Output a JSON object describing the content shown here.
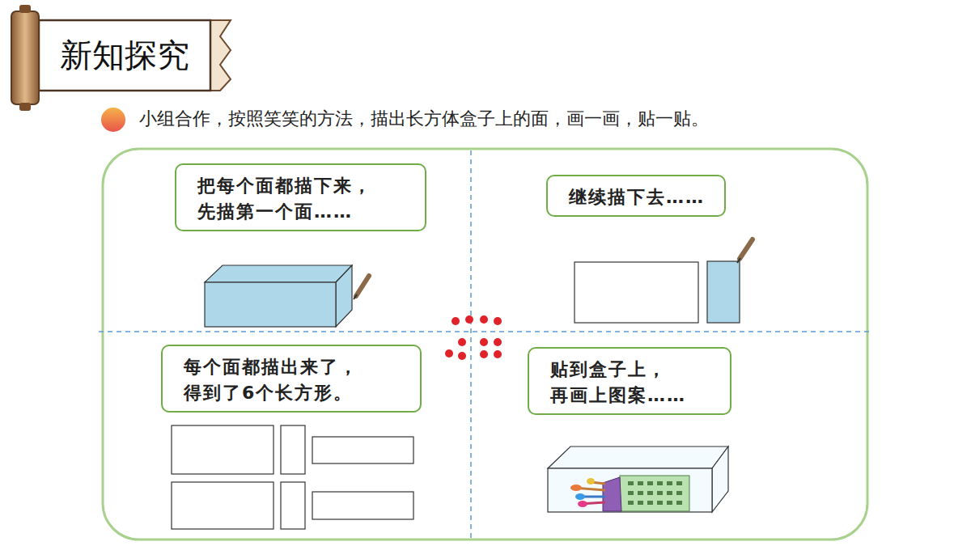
{
  "diagram": {
    "title": "新知探究",
    "nodes": [
      {
        "text": [
          "把每个面都描下来， 先描第一个面……"
        ]
      },
      {
        "text": [
          "继续描下去……"
        ]
      },
      {
        "text": [
          "每个面都描出来了， 得到了6个长方形。"
        ]
      },
      {
        "text": [
          "贴到盒子上， 再画上图案……"
        ]
      }
    ],
    "labels": [
      "小组合作，按照笑笑的方法，描出长方体盒子上的面，画一画，贴一贴。"
    ]
  }
}
